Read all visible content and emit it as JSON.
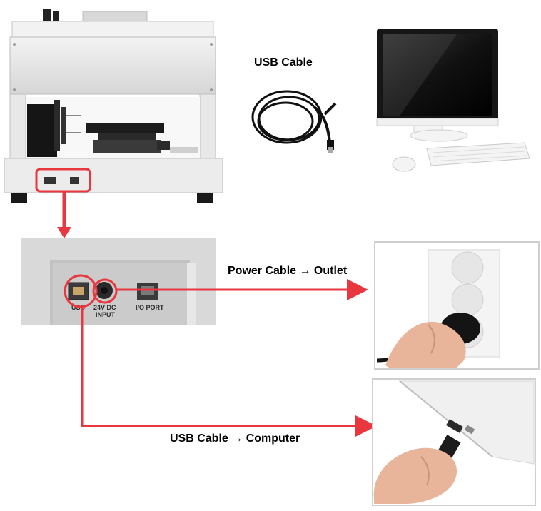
{
  "labels": {
    "usb_cable_top": "USB Cable",
    "power_route": "Power Cable → Outlet",
    "usb_route": "USB Cable → Computer"
  },
  "port_panel": {
    "ports": [
      {
        "name": "USB",
        "label": "USB"
      },
      {
        "name": "DC input",
        "label_line1": "24V DC",
        "label_line2": "INPUT"
      },
      {
        "name": "I/O port",
        "label": "I/O PORT"
      }
    ]
  },
  "colors": {
    "highlight_red": "#e8373f",
    "device_body": "#e6e6e6",
    "panel_bg": "#d9d9d9",
    "photo_frame": "#cfcfcf"
  },
  "icons": [
    "device-illustration",
    "usb-cable-icon",
    "computer-icon",
    "power-strip-photo",
    "laptop-usb-photo"
  ]
}
